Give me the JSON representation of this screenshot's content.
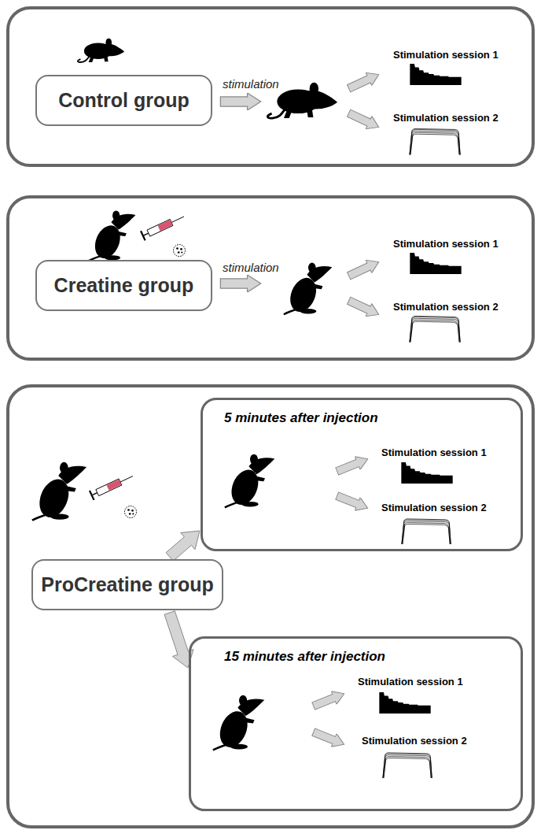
{
  "diagram": {
    "nodes": [
      {
        "text": [
          "Stimulation session 1",
          "Stimulation session 2"
        ]
      },
      {
        "text": [
          "Control group"
        ],
        "in": 0
      },
      {
        "text": [
          "Stimulation session 1",
          "Stimulation session 2"
        ]
      },
      {
        "text": [
          "Creatine group"
        ],
        "in": 2
      },
      {
        "text": [
          "ProCreatine group"
        ]
      },
      {
        "text": [
          "5 minutes after injection",
          "Stimulation session 1",
          "Stimulation session 2"
        ]
      },
      {
        "text": [
          "15 minutes after injection",
          "Stimulation session 1",
          "Stimulation session 2"
        ]
      }
    ],
    "edges": [
      {
        "from": 4,
        "to": 5,
        "arrow": "to"
      },
      {
        "from": 4,
        "to": 6,
        "arrow": "to"
      }
    ],
    "labels": [
      "stimulation",
      "stimulation"
    ]
  }
}
